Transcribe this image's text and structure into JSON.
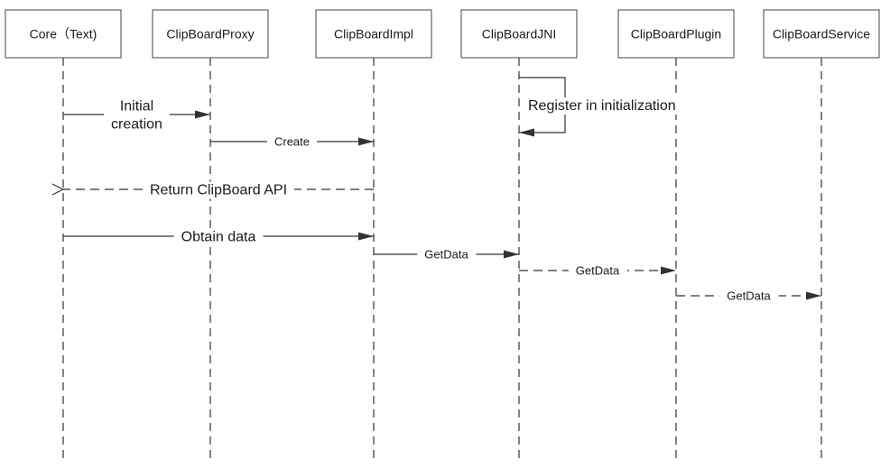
{
  "participants": [
    {
      "id": "core",
      "label": "Core（Text)"
    },
    {
      "id": "proxy",
      "label": "ClipBoardProxy"
    },
    {
      "id": "impl",
      "label": "ClipBoardImpl"
    },
    {
      "id": "jni",
      "label": "ClipBoardJNI"
    },
    {
      "id": "plugin",
      "label": "ClipBoardPlugin"
    },
    {
      "id": "service",
      "label": "ClipBoardService"
    }
  ],
  "messages": [
    {
      "id": "initial-creation",
      "from": "core",
      "to": "proxy",
      "style": "solid",
      "head": "filled",
      "lines": [
        "Initial",
        "creation"
      ]
    },
    {
      "id": "create",
      "from": "proxy",
      "to": "impl",
      "style": "solid",
      "head": "filled",
      "lines": [
        "Create"
      ]
    },
    {
      "id": "return-api",
      "from": "impl",
      "to": "core",
      "style": "dashed",
      "head": "open",
      "lines": [
        "Return ClipBoard API"
      ]
    },
    {
      "id": "obtain-data",
      "from": "core",
      "to": "impl",
      "style": "solid",
      "head": "filled",
      "lines": [
        "Obtain data"
      ]
    },
    {
      "id": "getdata-jni",
      "from": "impl",
      "to": "jni",
      "style": "solid",
      "head": "filled",
      "lines": [
        "GetData"
      ]
    },
    {
      "id": "getdata-plugin",
      "from": "jni",
      "to": "plugin",
      "style": "dashed",
      "head": "filled",
      "lines": [
        "GetData"
      ]
    },
    {
      "id": "getdata-service",
      "from": "plugin",
      "to": "service",
      "style": "dashed",
      "head": "filled",
      "lines": [
        "GetData"
      ]
    }
  ],
  "self_message": {
    "id": "register",
    "on": "jni",
    "label": "Register in initialization"
  },
  "colors": {
    "line": "#333333",
    "box_border": "#444444",
    "text": "#1a1a1a",
    "background": "#ffffff"
  }
}
